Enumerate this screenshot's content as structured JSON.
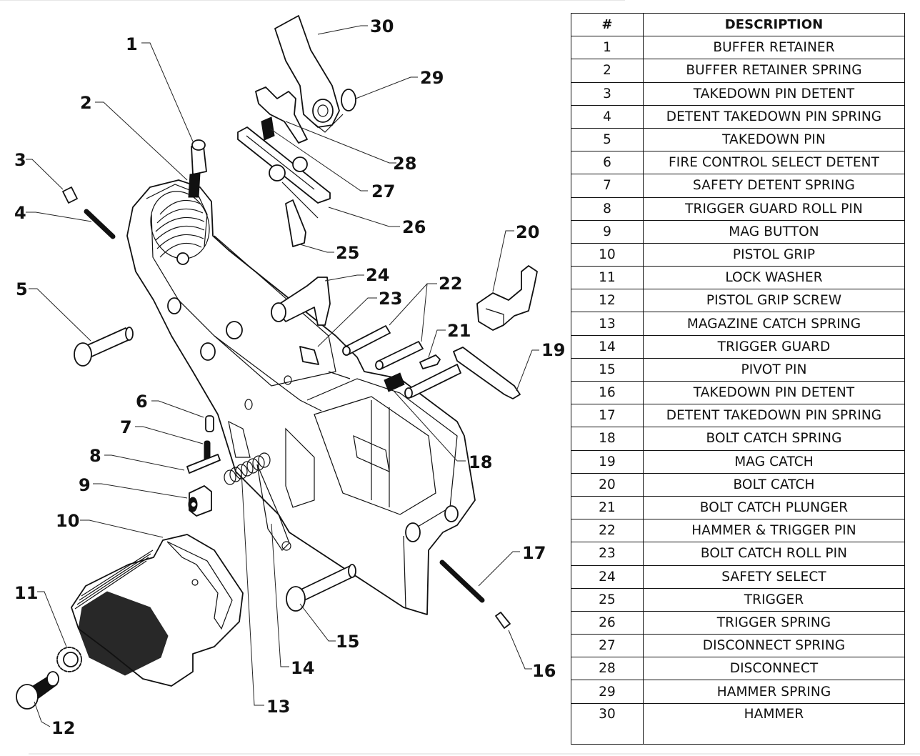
{
  "table": {
    "headers": {
      "number": "#",
      "description": "DESCRIPTION"
    },
    "rows": [
      {
        "n": "1",
        "desc": "BUFFER RETAINER"
      },
      {
        "n": "2",
        "desc": "BUFFER RETAINER SPRING"
      },
      {
        "n": "3",
        "desc": "TAKEDOWN PIN DETENT"
      },
      {
        "n": "4",
        "desc": "DETENT TAKEDOWN PIN SPRING"
      },
      {
        "n": "5",
        "desc": "TAKEDOWN PIN"
      },
      {
        "n": "6",
        "desc": "FIRE CONTROL SELECT DETENT"
      },
      {
        "n": "7",
        "desc": "SAFETY DETENT SPRING"
      },
      {
        "n": "8",
        "desc": "TRIGGER GUARD ROLL PIN"
      },
      {
        "n": "9",
        "desc": "MAG BUTTON"
      },
      {
        "n": "10",
        "desc": "PISTOL GRIP"
      },
      {
        "n": "11",
        "desc": "LOCK WASHER"
      },
      {
        "n": "12",
        "desc": "PISTOL GRIP SCREW"
      },
      {
        "n": "13",
        "desc": "MAGAZINE CATCH SPRING"
      },
      {
        "n": "14",
        "desc": "TRIGGER GUARD"
      },
      {
        "n": "15",
        "desc": "PIVOT PIN"
      },
      {
        "n": "16",
        "desc": "TAKEDOWN PIN DETENT"
      },
      {
        "n": "17",
        "desc": "DETENT TAKEDOWN PIN SPRING"
      },
      {
        "n": "18",
        "desc": "BOLT CATCH SPRING"
      },
      {
        "n": "19",
        "desc": "MAG CATCH"
      },
      {
        "n": "20",
        "desc": "BOLT CATCH"
      },
      {
        "n": "21",
        "desc": "BOLT CATCH PLUNGER"
      },
      {
        "n": "22",
        "desc": "HAMMER & TRIGGER PIN"
      },
      {
        "n": "23",
        "desc": "BOLT CATCH ROLL PIN"
      },
      {
        "n": "24",
        "desc": "SAFETY SELECT"
      },
      {
        "n": "25",
        "desc": "TRIGGER"
      },
      {
        "n": "26",
        "desc": "TRIGGER SPRING"
      },
      {
        "n": "27",
        "desc": "DISCONNECT SPRING"
      },
      {
        "n": "28",
        "desc": "DISCONNECT"
      },
      {
        "n": "29",
        "desc": "HAMMER SPRING"
      },
      {
        "n": "30",
        "desc": "HAMMER"
      }
    ]
  },
  "diagram": {
    "subject": "lower receiver exploded view",
    "callouts": [
      "1",
      "2",
      "3",
      "4",
      "5",
      "6",
      "7",
      "8",
      "9",
      "10",
      "11",
      "12",
      "13",
      "14",
      "15",
      "16",
      "17",
      "18",
      "19",
      "20",
      "21",
      "22",
      "23",
      "24",
      "25",
      "26",
      "27",
      "28",
      "29",
      "30"
    ]
  }
}
